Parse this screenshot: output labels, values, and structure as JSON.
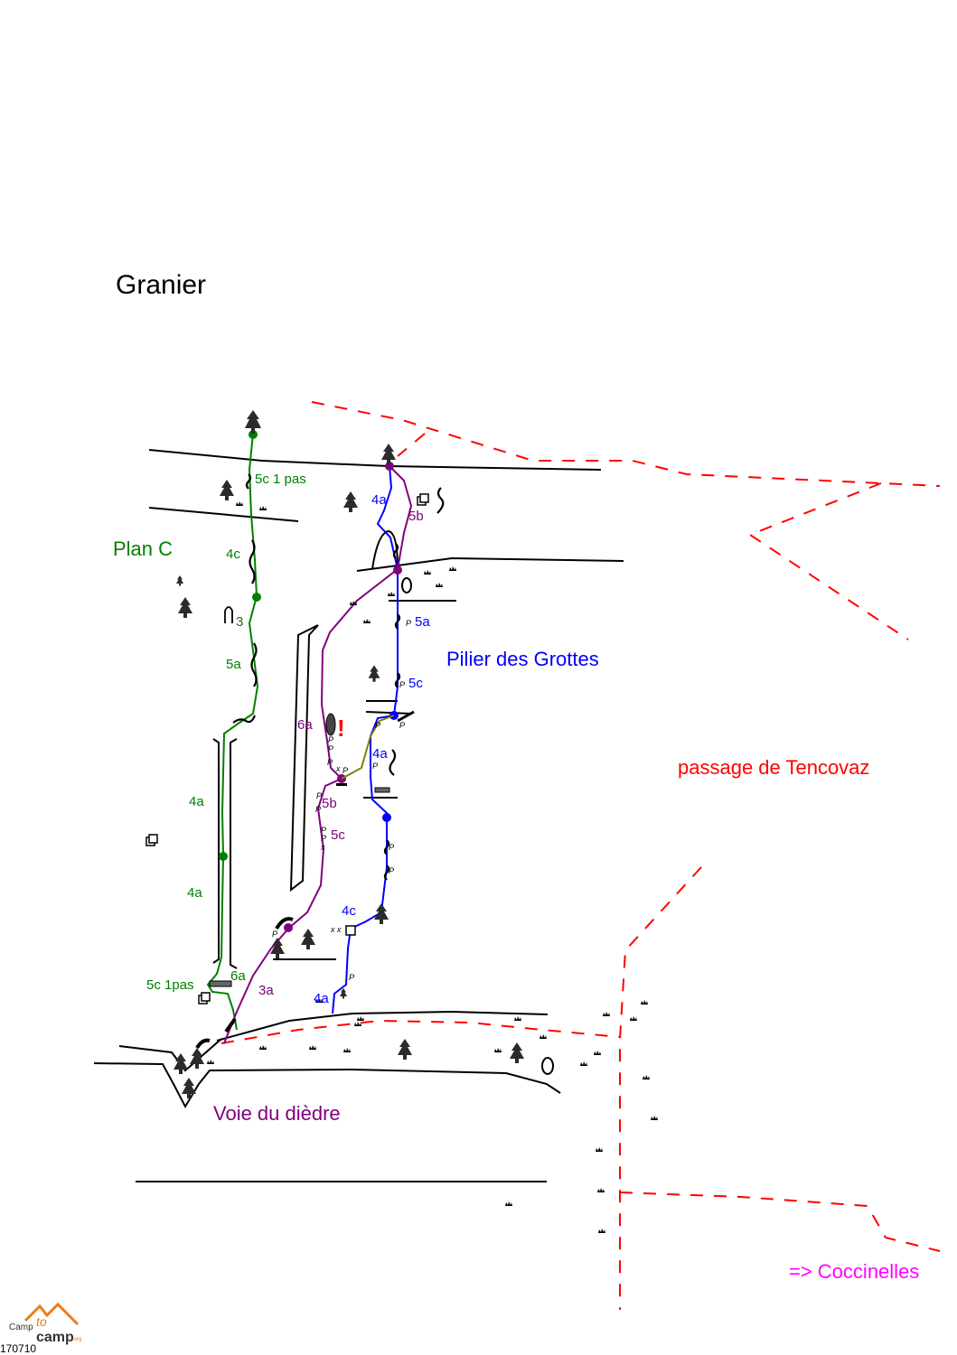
{
  "title": "Granier",
  "routes": {
    "plan_c": {
      "name": "Plan C",
      "color": "#008000"
    },
    "pilier": {
      "name": "Pilier des Grottes",
      "color": "#0000ff"
    },
    "diedre": {
      "name": "Voie du dièdre",
      "color": "#800080"
    }
  },
  "trails": {
    "tencovaz": {
      "name": "passage de Tencovaz",
      "color": "#ff0000"
    },
    "coccinelles": {
      "name": "=>  Coccinelles",
      "color": "#ff00ff"
    }
  },
  "grades": {
    "plan_c": [
      "5c 1 pas",
      "4c",
      "3",
      "5a",
      "4a",
      "4a",
      "6a",
      "5c 1pas"
    ],
    "pilier": [
      "4a",
      "5a",
      "5c",
      "4a",
      "4c",
      "4a"
    ],
    "diedre": [
      "5b",
      "6a",
      "5b",
      "5c",
      "3a"
    ]
  },
  "warning": "!",
  "piton_mark": "P",
  "bolt_mark": "x",
  "logo": {
    "left": "Camp",
    "mid": "to",
    "right": "camp",
    "suffix": ".org"
  },
  "image_code": "170710",
  "icons": [
    "tree-icon",
    "crack-icon",
    "cave-icon",
    "boulder-icon",
    "grass-tuft-icon",
    "belay-station-icon",
    "piton-icon"
  ]
}
